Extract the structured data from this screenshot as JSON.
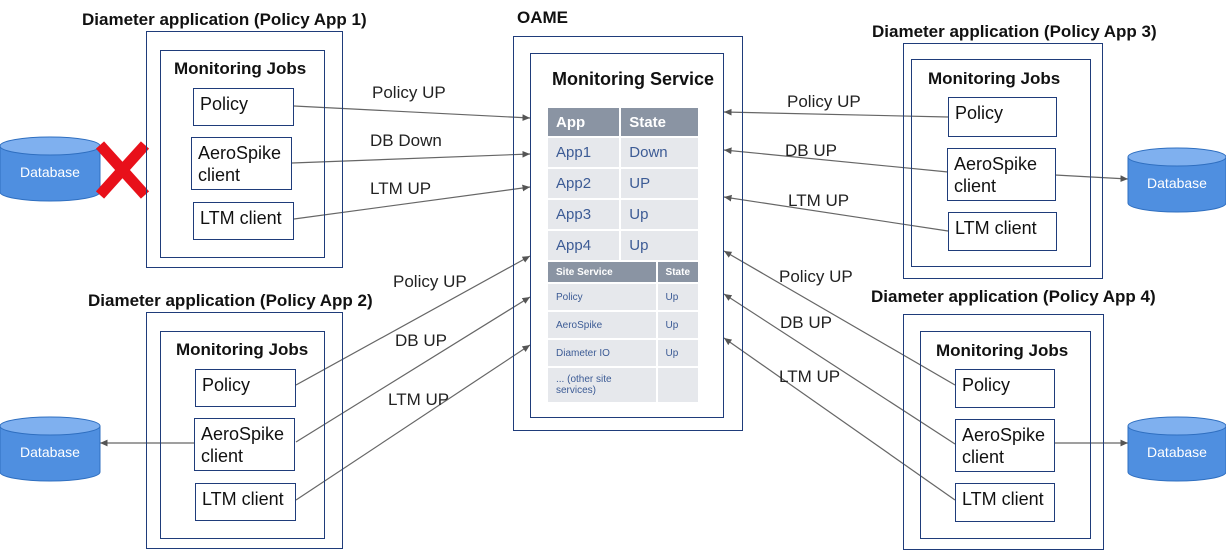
{
  "apps": {
    "app1": {
      "title": "Diameter application (Policy App 1)",
      "jobs_title": "Monitoring Jobs",
      "jobs": [
        "Policy",
        "AeroSpike client",
        "LTM client"
      ],
      "database": "Database",
      "db_status": "down"
    },
    "app2": {
      "title": "Diameter application (Policy App 2)",
      "jobs_title": "Monitoring Jobs",
      "jobs": [
        "Policy",
        "AeroSpike client",
        "LTM client"
      ],
      "database": "Database"
    },
    "app3": {
      "title": "Diameter application (Policy App 3)",
      "jobs_title": "Monitoring Jobs",
      "jobs": [
        "Policy",
        "AeroSpike client",
        "LTM client"
      ],
      "database": "Database"
    },
    "app4": {
      "title": "Diameter application (Policy App 4)",
      "jobs_title": "Monitoring Jobs",
      "jobs": [
        "Policy",
        "AeroSpike client",
        "LTM client"
      ],
      "database": "Database"
    }
  },
  "oame": {
    "title": "OAME",
    "service_title": "Monitoring Service",
    "app_table": {
      "headers": [
        "App",
        "State"
      ],
      "rows": [
        [
          "App1",
          "Down"
        ],
        [
          "App2",
          "UP"
        ],
        [
          "App3",
          "Up"
        ],
        [
          "App4",
          "Up"
        ]
      ]
    },
    "site_table": {
      "headers": [
        "Site Service",
        "State"
      ],
      "rows": [
        [
          "Policy",
          "Up"
        ],
        [
          "AeroSpike",
          "Up"
        ],
        [
          "Diameter IO",
          "Up"
        ],
        [
          "... (other site services)",
          ""
        ]
      ]
    }
  },
  "messages": {
    "app1": [
      "Policy UP",
      "DB Down",
      "LTM UP"
    ],
    "app2": [
      "Policy UP",
      "DB UP",
      "LTM UP"
    ],
    "app3": [
      "Policy UP",
      "DB UP",
      "LTM UP"
    ],
    "app4": [
      "Policy UP",
      "DB UP",
      "LTM UP"
    ]
  },
  "colors": {
    "frame": "#1f3c7a",
    "database": "#4f8fe0",
    "x_mark": "#e8101a",
    "table_header": "#8a94a3",
    "table_cell": "#e6e8ec"
  }
}
